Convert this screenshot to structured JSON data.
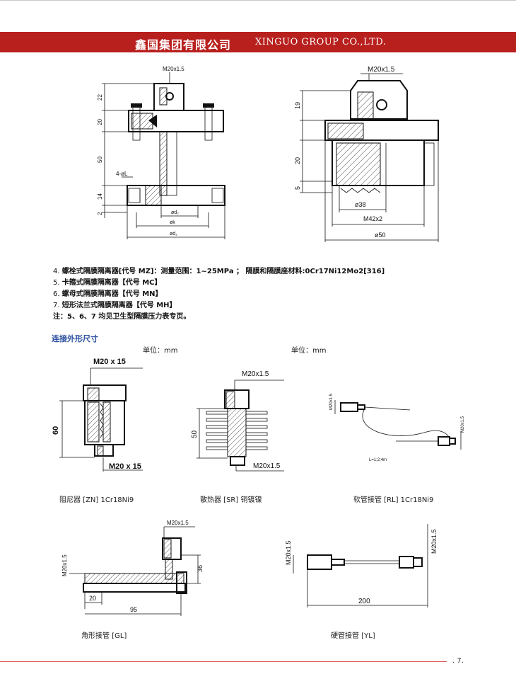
{
  "header": {
    "company_cn": "鑫国集团有限公司",
    "company_en": "XINGUO GROUP CO.,LTD."
  },
  "fig_top_left": {
    "thread": "M20x1.5",
    "dim_22": "22",
    "dim_20": "20",
    "dim_50": "50",
    "dim_14": "14",
    "dim_2": "2",
    "holes": "4-øL",
    "d2": "ød₂",
    "k": "øk",
    "d1": "ød₁"
  },
  "fig_top_right": {
    "thread": "M20x1.5",
    "dim_19": "19",
    "dim_20": "20",
    "dim_5": "5",
    "d38": "ø38",
    "m42": "M42x2",
    "d50": "ø50"
  },
  "notes": [
    {
      "num": "4.",
      "text": "螺栓式隔膜隔离器[代号 MZ]：测量范围：1~25MPa ；  隔膜和隔膜座材料:0Cr17Ni12Mo2[316]"
    },
    {
      "num": "5.",
      "text": "卡箍式隔膜隔离器【代号 MC】"
    },
    {
      "num": "6.",
      "text": "螺母式隔膜隔离器【代号 MN】"
    },
    {
      "num": "7.",
      "text": "短形法兰式隔膜隔离器【代号 MH】"
    },
    {
      "num": "",
      "text": "注：5、6、7 均见卫生型隔膜压力表专页。"
    }
  ],
  "section": {
    "title": "连接外形尺寸",
    "unit_left": "单位：mm",
    "unit_right": "单位：mm"
  },
  "fig_zn": {
    "thread_top": "M20 x 15",
    "dim_60": "60",
    "thread_bottom": "M20 x 15",
    "caption": "阻尼器  [ZN]  1Cr18Ni9"
  },
  "fig_sr": {
    "thread_top": "M20x1.5",
    "dim_50": "50",
    "thread_bottom": "M20x1.5",
    "caption": "散热器  [SR]   铜镀镍"
  },
  "fig_rl": {
    "thread_left": "M20x1.5",
    "thread_right": "M20x1.5",
    "length": "L=1;2;4m",
    "caption": "软管接管  [RL]  1Cr18Ni9"
  },
  "fig_gl": {
    "thread_top": "M20x1.5",
    "thread_left": "M20x1.5",
    "dim_36": "36",
    "dim_20": "20",
    "dim_95": "95",
    "caption": "角形接管  [GL]"
  },
  "fig_yl": {
    "thread_left": "M20x1.5",
    "thread_right": "M20x1.5",
    "dim_200": "200",
    "caption": "硬管接管  [YL]"
  },
  "footer": {
    "page": ". 7."
  }
}
